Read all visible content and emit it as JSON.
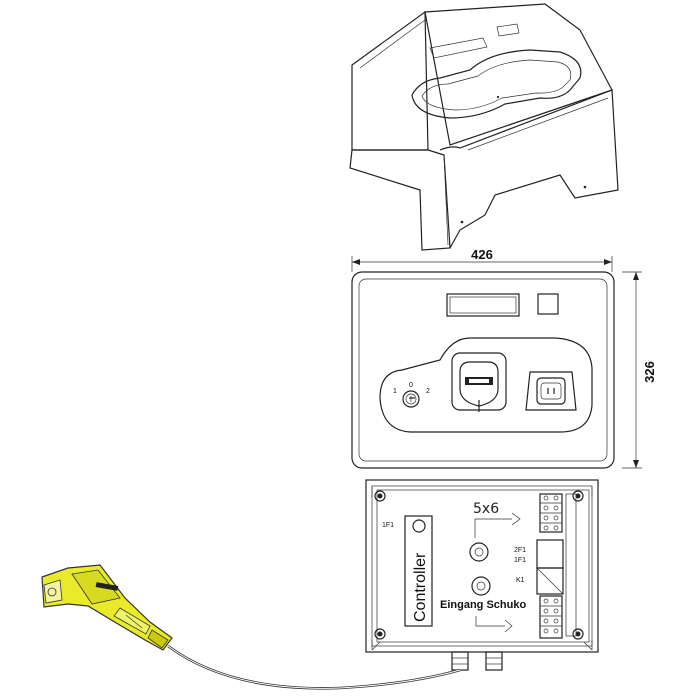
{
  "dimensions": {
    "width": "426",
    "height": "326"
  },
  "front_panel": {
    "key_switch_positions": [
      "1",
      "0",
      "2"
    ]
  },
  "interior": {
    "label_1f1_left": "1F1",
    "controller": "Controller",
    "handwritten_note": "5x6",
    "label_2f1": "2F1",
    "label_1f1_right": "1F1",
    "label_k1": "K1",
    "input": "Eingang Schuko"
  },
  "colors": {
    "plug_highlight": "#e8ea2a",
    "line": "#222222"
  }
}
